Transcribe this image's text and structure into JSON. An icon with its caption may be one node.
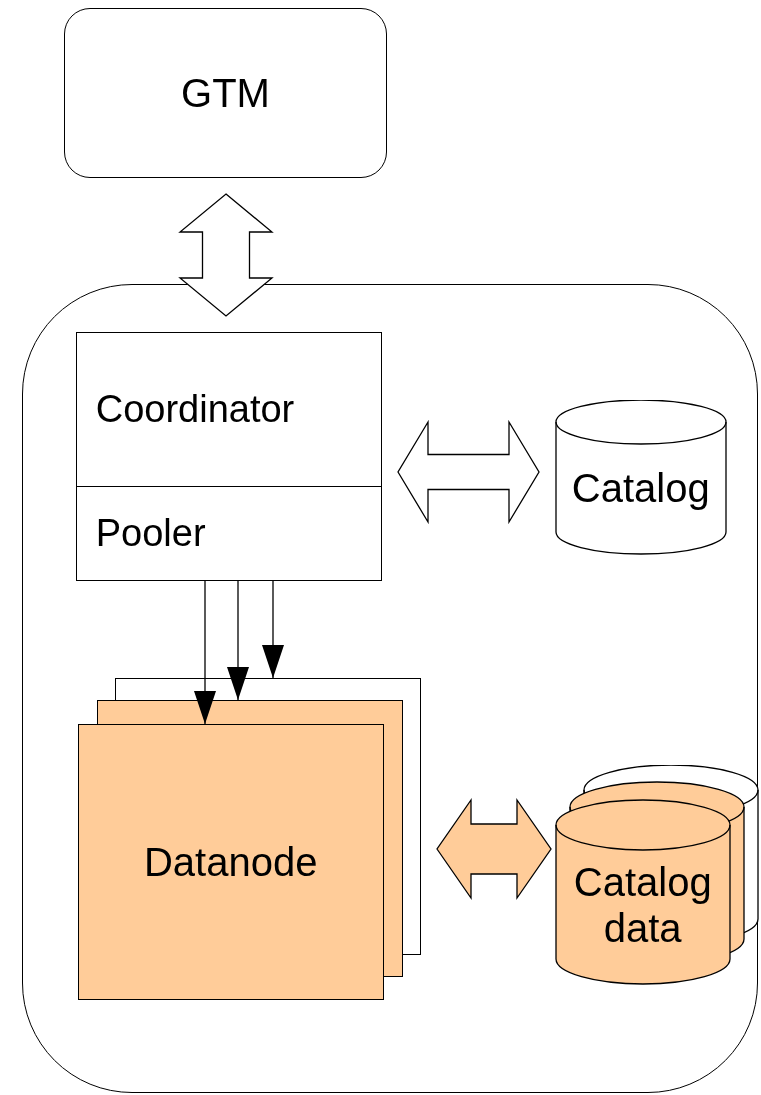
{
  "diagram": {
    "nodes": [
      {
        "text": [
          "GTM"
        ]
      },
      {
        "text": [],
        "shape": "box"
      },
      {
        "text": [
          "Coordinator",
          "Pooler"
        ],
        "in": 1
      },
      {
        "text": [
          "Catalog"
        ],
        "in": 1
      },
      {
        "text": [],
        "shape": "box",
        "in": 1
      },
      {
        "text": [],
        "shape": "box",
        "in": 1
      },
      {
        "text": [
          "Datanode"
        ],
        "in": 1
      },
      {
        "text": [
          "Catalog data"
        ],
        "in": 1
      }
    ],
    "edges": [
      {
        "from": 0,
        "to": 2,
        "arrow": "both",
        "style": "thick"
      },
      {
        "from": 2,
        "to": 3,
        "arrow": "both",
        "style": "thick"
      },
      {
        "from": 2,
        "to": 6,
        "arrow": "to"
      },
      {
        "from": 2,
        "to": 5,
        "arrow": "to"
      },
      {
        "from": 2,
        "to": 4,
        "arrow": "to"
      },
      {
        "from": 6,
        "to": 7,
        "arrow": "both",
        "style": "thick",
        "color": "#ffcc99"
      }
    ]
  }
}
